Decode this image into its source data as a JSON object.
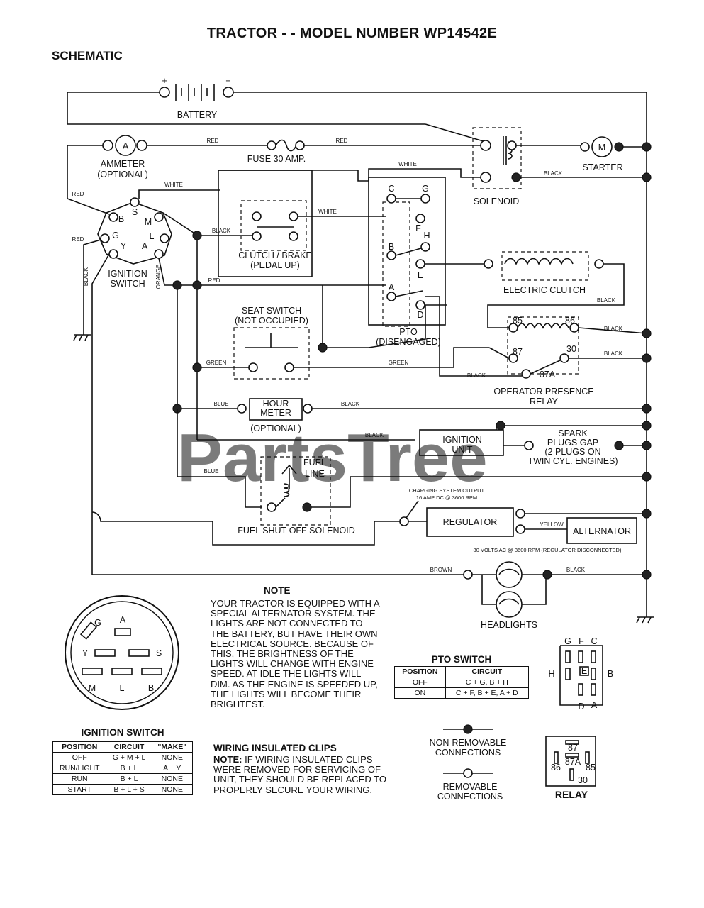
{
  "header": {
    "title": "TRACTOR - - MODEL NUMBER WP14542E",
    "section": "SCHEMATIC"
  },
  "watermark": "PartsTree",
  "components": {
    "battery": "BATTERY",
    "battery_plus": "+",
    "battery_minus": "−",
    "ammeter_symbol": "A",
    "ammeter": "AMMETER",
    "ammeter_optional": "(OPTIONAL)",
    "fuse": "FUSE 30 AMP.",
    "starter_symbol": "M",
    "starter": "STARTER",
    "solenoid": "SOLENOID",
    "ignition_switch_line1": "IGNITION",
    "ignition_switch_line2": "SWITCH",
    "clutch_brake_line1": "CLUTCH / BRAKE",
    "clutch_brake_line2": "(PEDAL UP)",
    "seat_switch_line1": "SEAT SWITCH",
    "seat_switch_line2": "(NOT OCCUPIED)",
    "pto_line1": "PTO",
    "pto_line2": "(DISENGAGED)",
    "electric_clutch": "ELECTRIC CLUTCH",
    "opr_line1": "OPERATOR PRESENCE",
    "opr_line2": "RELAY",
    "hour_meter_line1": "HOUR",
    "hour_meter_line2": "METER",
    "hour_meter_optional": "(OPTIONAL)",
    "ignition_unit_line1": "IGNITION",
    "ignition_unit_line2": "UNIT",
    "spark_line1": "SPARK",
    "spark_line2": "PLUGS GAP",
    "spark_line3": "(2 PLUGS ON",
    "spark_line4": "TWIN CYL. ENGINES)",
    "fuel_line1": "FUEL",
    "fuel_line2": "LINE",
    "fuel_solenoid": "FUEL SHUT-OFF SOLENOID",
    "charging_line1": "CHARGING SYSTEM OUTPUT",
    "charging_line2": "16 AMP DC @ 3600 RPM",
    "regulator": "REGULATOR",
    "alternator": "ALTERNATOR",
    "alt_volts": "30 VOLTS AC @ 3600 RPM (REGULATOR DISCONNECTED)",
    "headlights": "HEADLIGHTS"
  },
  "terminals": {
    "ign": [
      "B",
      "S",
      "M",
      "G",
      "L",
      "Y",
      "A"
    ],
    "pto": [
      "C",
      "G",
      "F",
      "H",
      "B",
      "E",
      "A",
      "D"
    ],
    "relay": [
      "85",
      "86",
      "87",
      "30",
      "87A"
    ]
  },
  "wires": {
    "red": "RED",
    "white": "WHITE",
    "black": "BLACK",
    "orange": "ORANGE",
    "green": "GREEN",
    "blue": "BLUE",
    "yellow": "YELLOW",
    "brown": "BROWN"
  },
  "note": {
    "heading": "NOTE",
    "body": "YOUR TRACTOR IS EQUIPPED WITH A SPECIAL ALTERNATOR SYSTEM. THE LIGHTS ARE NOT CONNECTED TO THE BATTERY, BUT HAVE THEIR OWN ELECTRICAL SOURCE. BECAUSE OF THIS, THE BRIGHTNESS OF THE LIGHTS WILL CHANGE WITH ENGINE SPEED. AT IDLE THE LIGHTS WILL DIM. AS THE ENGINE IS SPEEDED UP, THE LIGHTS WILL BECOME THEIR BRIGHTEST.",
    "clips_heading": "WIRING INSULATED CLIPS",
    "clips_note_label": "NOTE:",
    "clips_body": "IF WIRING INSULATED CLIPS WERE REMOVED FOR SERVICING OF UNIT, THEY SHOULD BE REPLACED TO PROPERLY SECURE YOUR WIRING."
  },
  "ignition_table": {
    "caption": "IGNITION SWITCH",
    "headers": [
      "POSITION",
      "CIRCUIT",
      "\"MAKE\""
    ],
    "rows": [
      [
        "OFF",
        "G + M + L",
        "NONE"
      ],
      [
        "RUN/LIGHT",
        "B + L",
        "A + Y"
      ],
      [
        "RUN",
        "B + L",
        "NONE"
      ],
      [
        "START",
        "B + L + S",
        "NONE"
      ]
    ]
  },
  "ignition_switch_face": {
    "letters": [
      "G",
      "A",
      "Y",
      "S",
      "M",
      "L",
      "B"
    ]
  },
  "pto_table": {
    "caption": "PTO SWITCH",
    "headers": [
      "POSITION",
      "CIRCUIT"
    ],
    "rows": [
      [
        "OFF",
        "C + G, B + H"
      ],
      [
        "ON",
        "C + F, B + E, A + D"
      ]
    ]
  },
  "pto_face": {
    "letters": [
      "G",
      "F",
      "C",
      "H",
      "E",
      "B",
      "D",
      "A"
    ]
  },
  "legend": {
    "non_removable_line1": "NON-REMOVABLE",
    "non_removable_line2": "CONNECTIONS",
    "removable_line1": "REMOVABLE",
    "removable_line2": "CONNECTIONS"
  },
  "relay_face": {
    "caption": "RELAY",
    "pins": [
      "87",
      "86",
      "87A",
      "85",
      "30"
    ]
  }
}
